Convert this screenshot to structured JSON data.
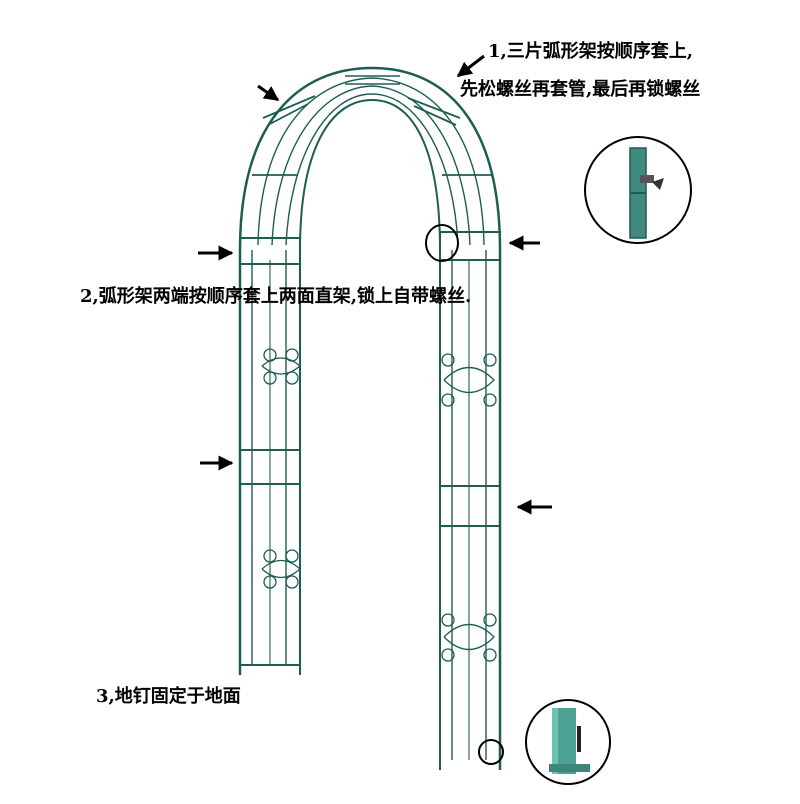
{
  "steps": [
    {
      "number": "1",
      "line1": "1,三片弧形架按顺序套上,",
      "line2": "先松螺丝再套管,最后再锁螺丝"
    },
    {
      "number": "2",
      "line1": "2,弧形架两端按顺序套上两面直架,锁上自带螺丝."
    },
    {
      "number": "3",
      "line1": "3,地钉固定于地面"
    }
  ],
  "colors": {
    "frame": "#1e5e52",
    "frame_light": "#4f8d82",
    "arrow": "#000000",
    "circle": "#000000"
  },
  "icons": [
    "arrow-icon",
    "zoom-circle-bolt-joint",
    "zoom-circle-ground-stake"
  ]
}
